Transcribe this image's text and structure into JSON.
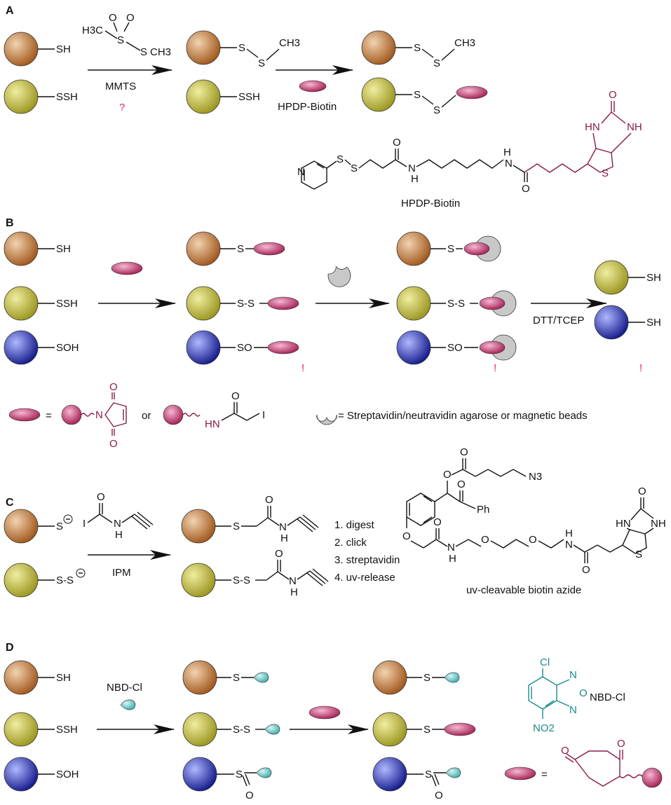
{
  "sections": {
    "A": "A",
    "B": "B",
    "C": "C",
    "D": "D"
  },
  "groups": {
    "SH": "SH",
    "SSH": "SSH",
    "SOH": "SOH",
    "S": "S",
    "SS": "S-S",
    "SO": "SO",
    "Sminus": "S",
    "SSminus": "S-S",
    "SxS": "S",
    "SxS2": "S"
  },
  "chem": {
    "H3C": "H3C",
    "CH3": "CH3",
    "O": "O",
    "S": "S",
    "N": "N",
    "H": "H",
    "HN": "HN",
    "NH": "NH",
    "Ph": "Ph",
    "N3": "N3",
    "I": "I",
    "Cl": "Cl",
    "NO2": "NO2"
  },
  "reagents": {
    "mmts": "MMTS",
    "hpdp": "HPDP-Biotin",
    "hpdp_caption": "HPDP-Biotin",
    "dtt": "DTT/TCEP",
    "ipm": "IPM",
    "nbd": "NBD-Cl",
    "nbd_caption": "NBD-Cl",
    "uv_caption": "uv-cleavable biotin azide",
    "beads": "= Streptavidin/neutravidin agarose or magnetic beads",
    "eq": "=",
    "or": "or"
  },
  "steps": [
    "1. digest",
    "2. click",
    "3. streptavidin",
    "4. uv-release"
  ],
  "marks": {
    "question": "?",
    "exclaim": "!"
  },
  "colors": {
    "brown": "#b5651d",
    "olive": "#a8a32a",
    "blue": "#1f2a9e",
    "magenta": "#b0205a",
    "gray": "#c8c8c8",
    "teal": "#5fc4c4",
    "dark": "#8b1a4a"
  }
}
